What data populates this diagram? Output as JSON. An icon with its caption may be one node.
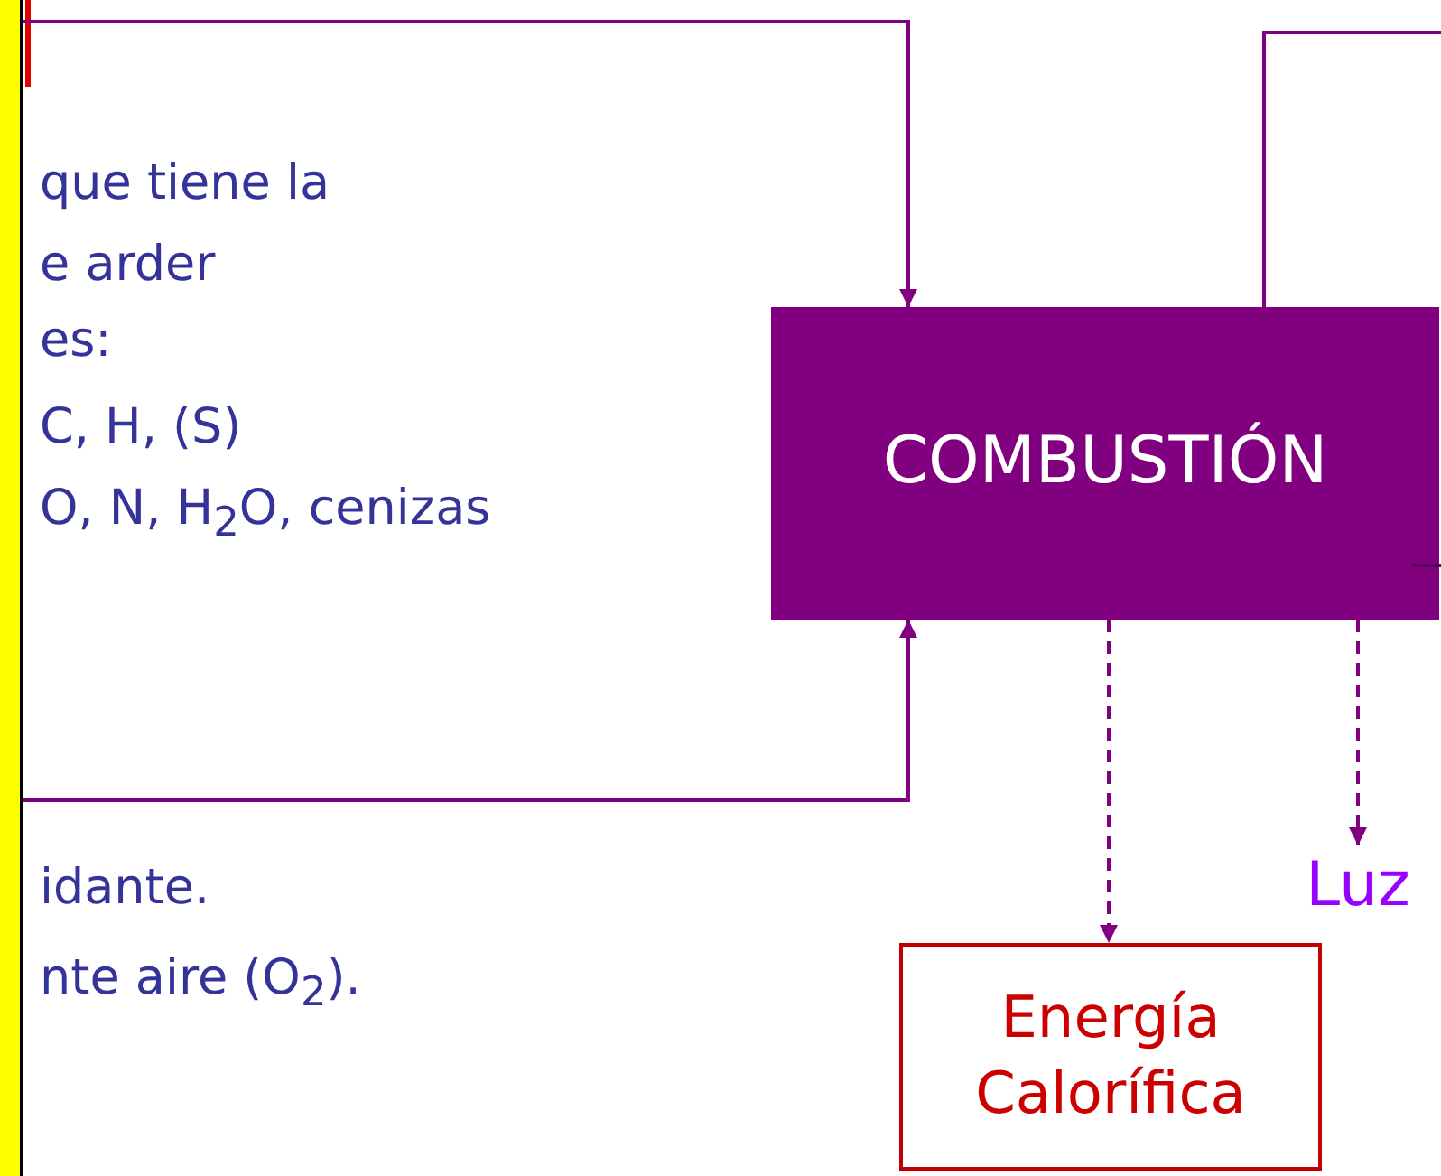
{
  "diagram": {
    "nodes": [
      {
        "text": [
          "COMBUSTIÓN"
        ]
      },
      {
        "text": [
          "Energía Calorífica"
        ]
      },
      {
        "text": [
          "Luz"
        ]
      },
      {
        "text": [],
        "shape": "bar"
      }
    ],
    "edges": [
      {
        "from": 3,
        "to": 0,
        "arrow": "to"
      },
      {
        "from": 3,
        "to": 0,
        "arrow": "to"
      },
      {
        "from": 0,
        "to": null,
        "arrow": "none"
      },
      {
        "from": 0,
        "to": null,
        "arrow": "none"
      },
      {
        "from": 0,
        "to": 1,
        "arrow": "to",
        "style": "dashed"
      },
      {
        "from": 0,
        "to": 2,
        "arrow": "to",
        "style": "dashed"
      }
    ],
    "labels": [
      "que tiene la",
      "e arder",
      "es:",
      "C, H, (S)",
      "O, N, H$_{2}$O, cenizas",
      "idante.",
      "nte aire (O$_{2}$)."
    ]
  }
}
